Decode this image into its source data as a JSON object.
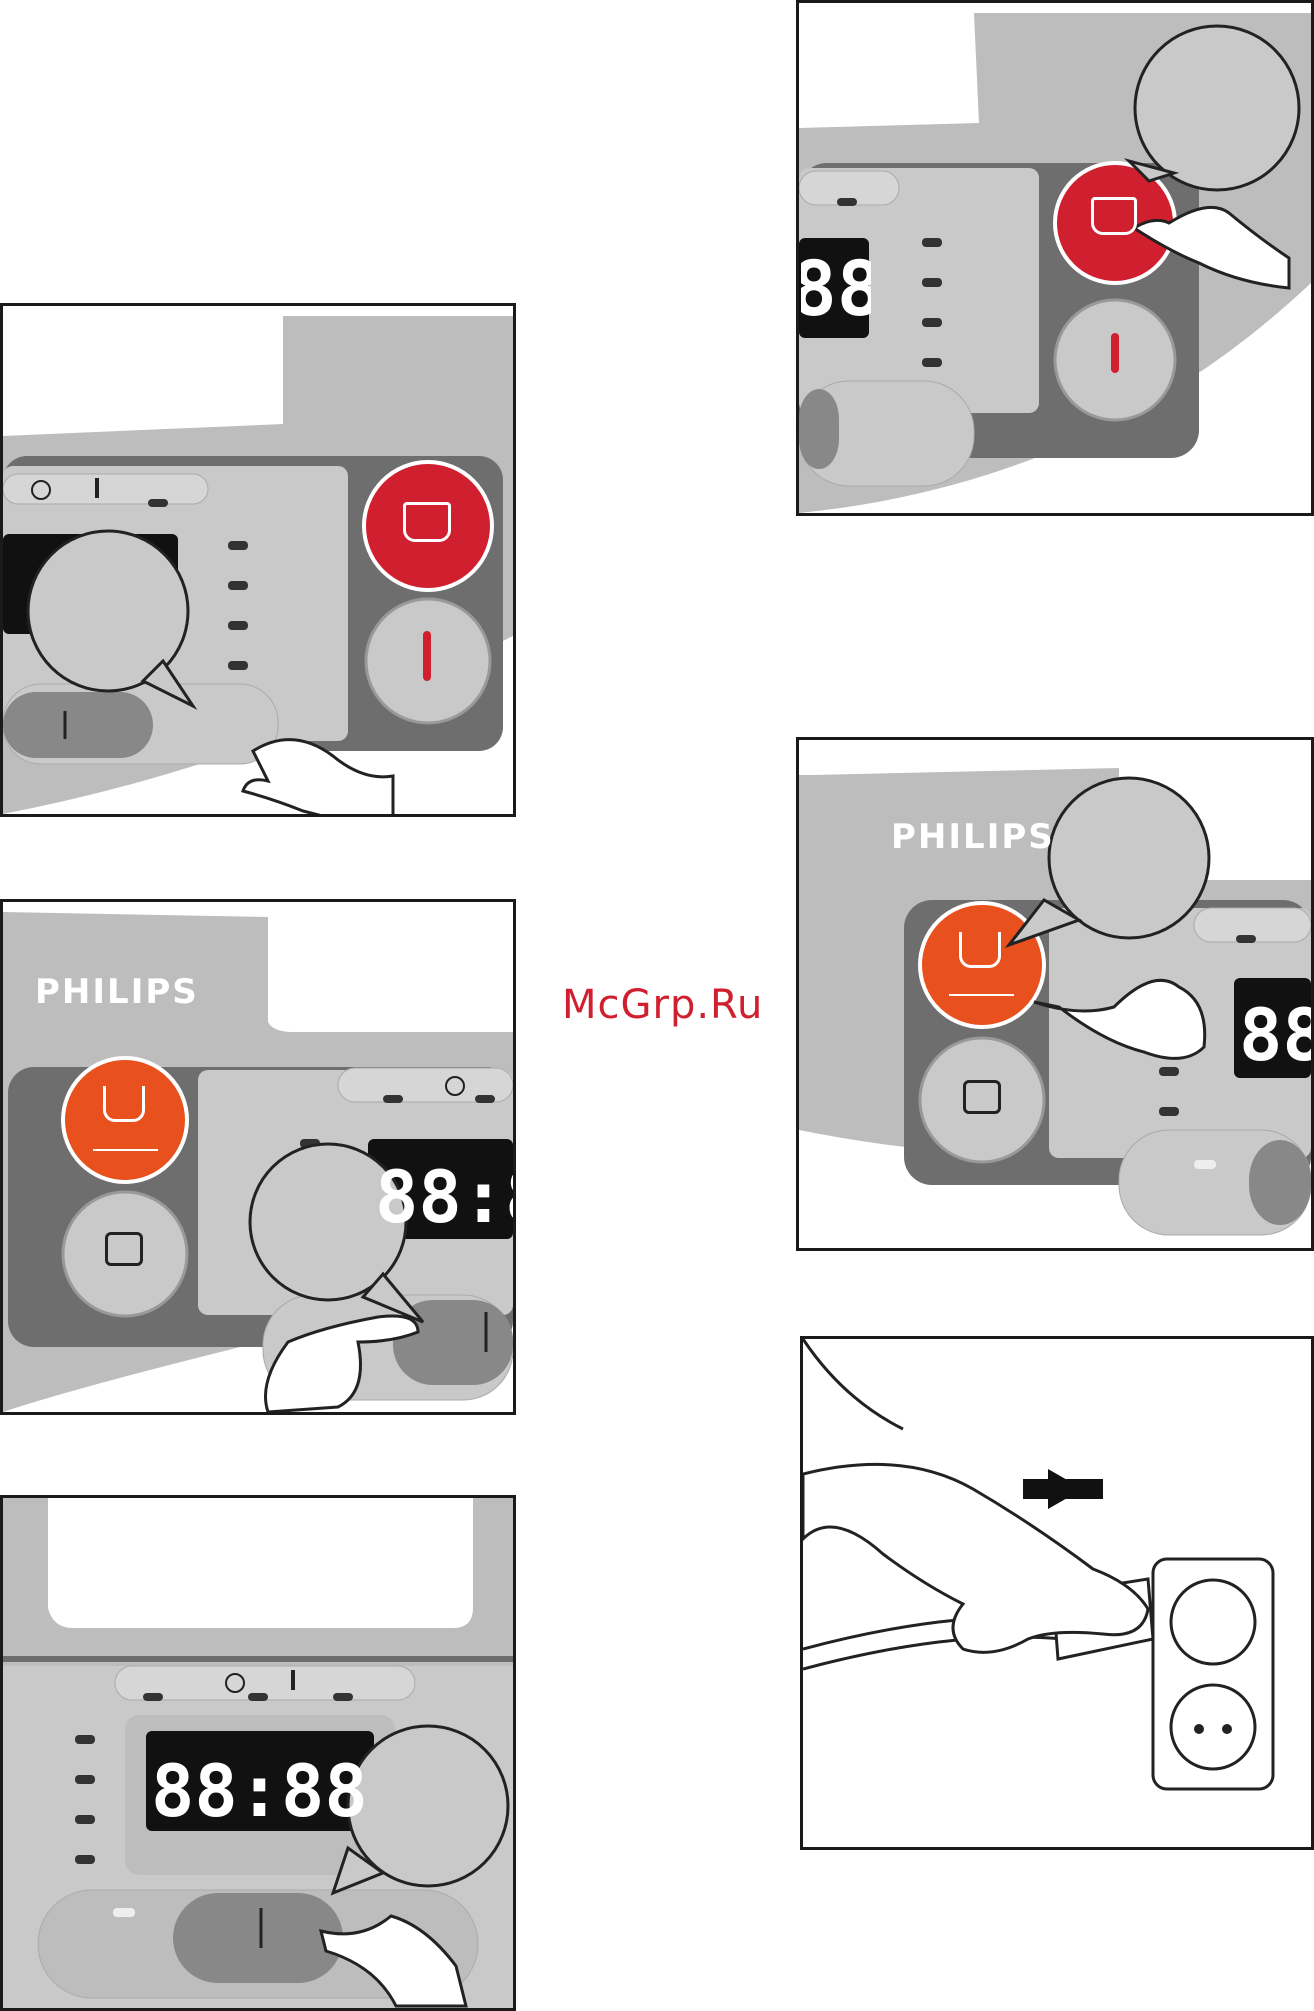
{
  "brand": "PHILIPS",
  "display_digits": "88:88",
  "display_digits_partial": "88",
  "watermark": "McGrp.Ru",
  "colors": {
    "panel_gray": "#bdbdbd",
    "panel_dark": "#6e6e6e",
    "button_red": "#d0202f",
    "button_orange": "#e8501e",
    "lcd_black": "#111111"
  },
  "icons": [
    "clock-icon",
    "thermometer-icon",
    "pot-icon",
    "steam-icon",
    "menu-icon",
    "hand-pointer-icon",
    "power-plug-icon",
    "wall-socket-icon",
    "arrow-left-icon"
  ]
}
